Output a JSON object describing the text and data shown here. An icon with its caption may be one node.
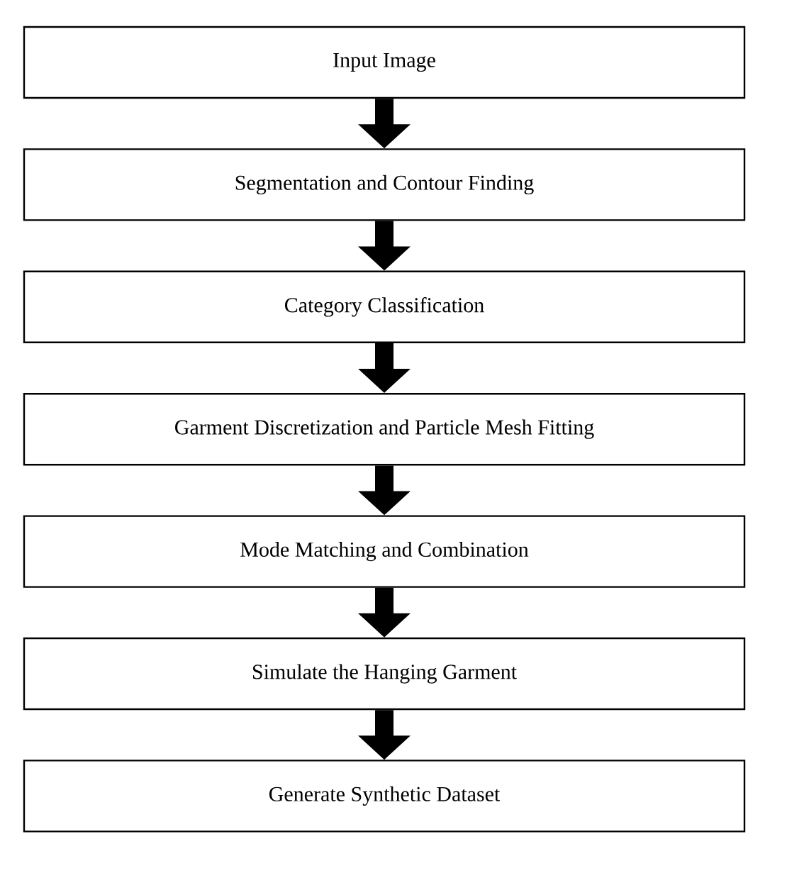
{
  "diagram": {
    "nodes": [
      {
        "text": [
          "Input Image"
        ]
      },
      {
        "text": [
          "Segmentation and Contour Finding"
        ]
      },
      {
        "text": [
          "Category Classification"
        ]
      },
      {
        "text": [
          "Garment Discretization and Particle Mesh Fitting"
        ]
      },
      {
        "text": [
          "Mode Matching and Combination"
        ]
      },
      {
        "text": [
          "Simulate the Hanging Garment"
        ]
      },
      {
        "text": [
          "Generate Synthetic Dataset"
        ]
      }
    ],
    "edges": [
      {
        "from": 0,
        "to": 1,
        "arrow": "to"
      },
      {
        "from": 1,
        "to": 2,
        "arrow": "to"
      },
      {
        "from": 2,
        "to": 3,
        "arrow": "to"
      },
      {
        "from": 3,
        "to": 4,
        "arrow": "to"
      },
      {
        "from": 4,
        "to": 5,
        "arrow": "to"
      },
      {
        "from": 5,
        "to": 6,
        "arrow": "to"
      }
    ]
  }
}
